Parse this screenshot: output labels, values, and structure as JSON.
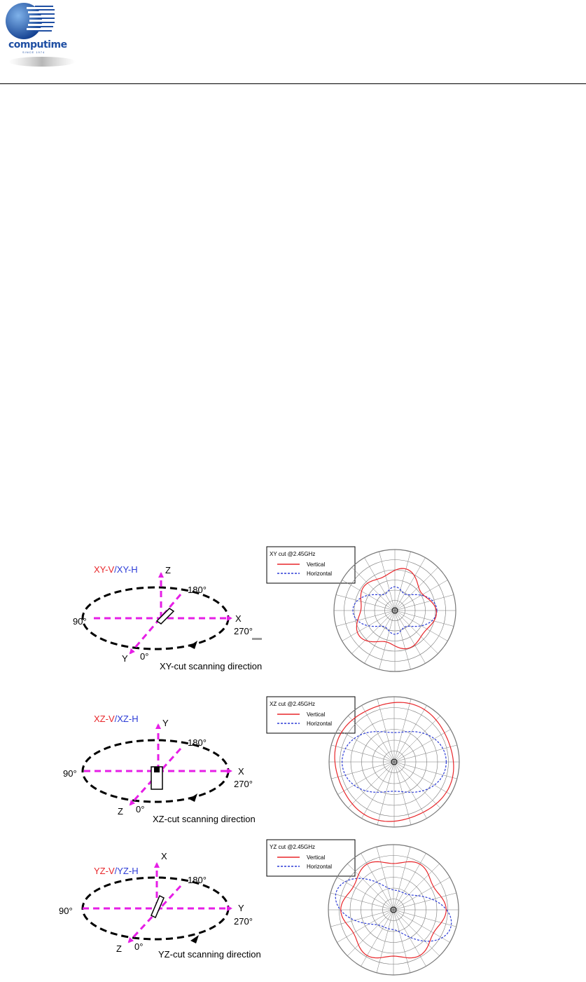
{
  "header": {
    "logo_text": "computime",
    "logo_subtext": "SINCE 1974"
  },
  "colors": {
    "vertical": "#e8262a",
    "horizontal": "#2b3bd6",
    "axis_arrow": "#e61ee6",
    "logo_blue": "#1f4fa3"
  },
  "panels": [
    {
      "title_v": "XY-V",
      "sep": "/",
      "title_h": "XY-H",
      "up_axis": "Z",
      "right_axis": "X",
      "diag_axis": "Y",
      "deg_top": "180°",
      "deg_left": "90°",
      "deg_right": "270°",
      "deg_bottom": "0°",
      "caption": "XY-cut scanning direction",
      "legend_title": "XY cut @2.45GHz",
      "legend_v": "Vertical",
      "legend_h": "Horizontal"
    },
    {
      "title_v": "XZ-V",
      "sep": "/",
      "title_h": "XZ-H",
      "up_axis": "Y",
      "right_axis": "X",
      "diag_axis": "Z",
      "deg_top": "180°",
      "deg_left": "90°",
      "deg_right": "270°",
      "deg_bottom": "0°",
      "caption": "XZ-cut scanning direction",
      "legend_title": "XZ cut @2.45GHz",
      "legend_v": "Vertical",
      "legend_h": "Horizontal"
    },
    {
      "title_v": "YZ-V",
      "sep": "/",
      "title_h": "YZ-H",
      "up_axis": "X",
      "right_axis": "Y",
      "diag_axis": "Z",
      "deg_top": "180°",
      "deg_left": "90°",
      "deg_right": "270°",
      "deg_bottom": "0°",
      "caption": "YZ-cut scanning direction",
      "legend_title": "YZ cut @2.45GHz",
      "legend_v": "Vertical",
      "legend_h": "Horizontal"
    }
  ]
}
